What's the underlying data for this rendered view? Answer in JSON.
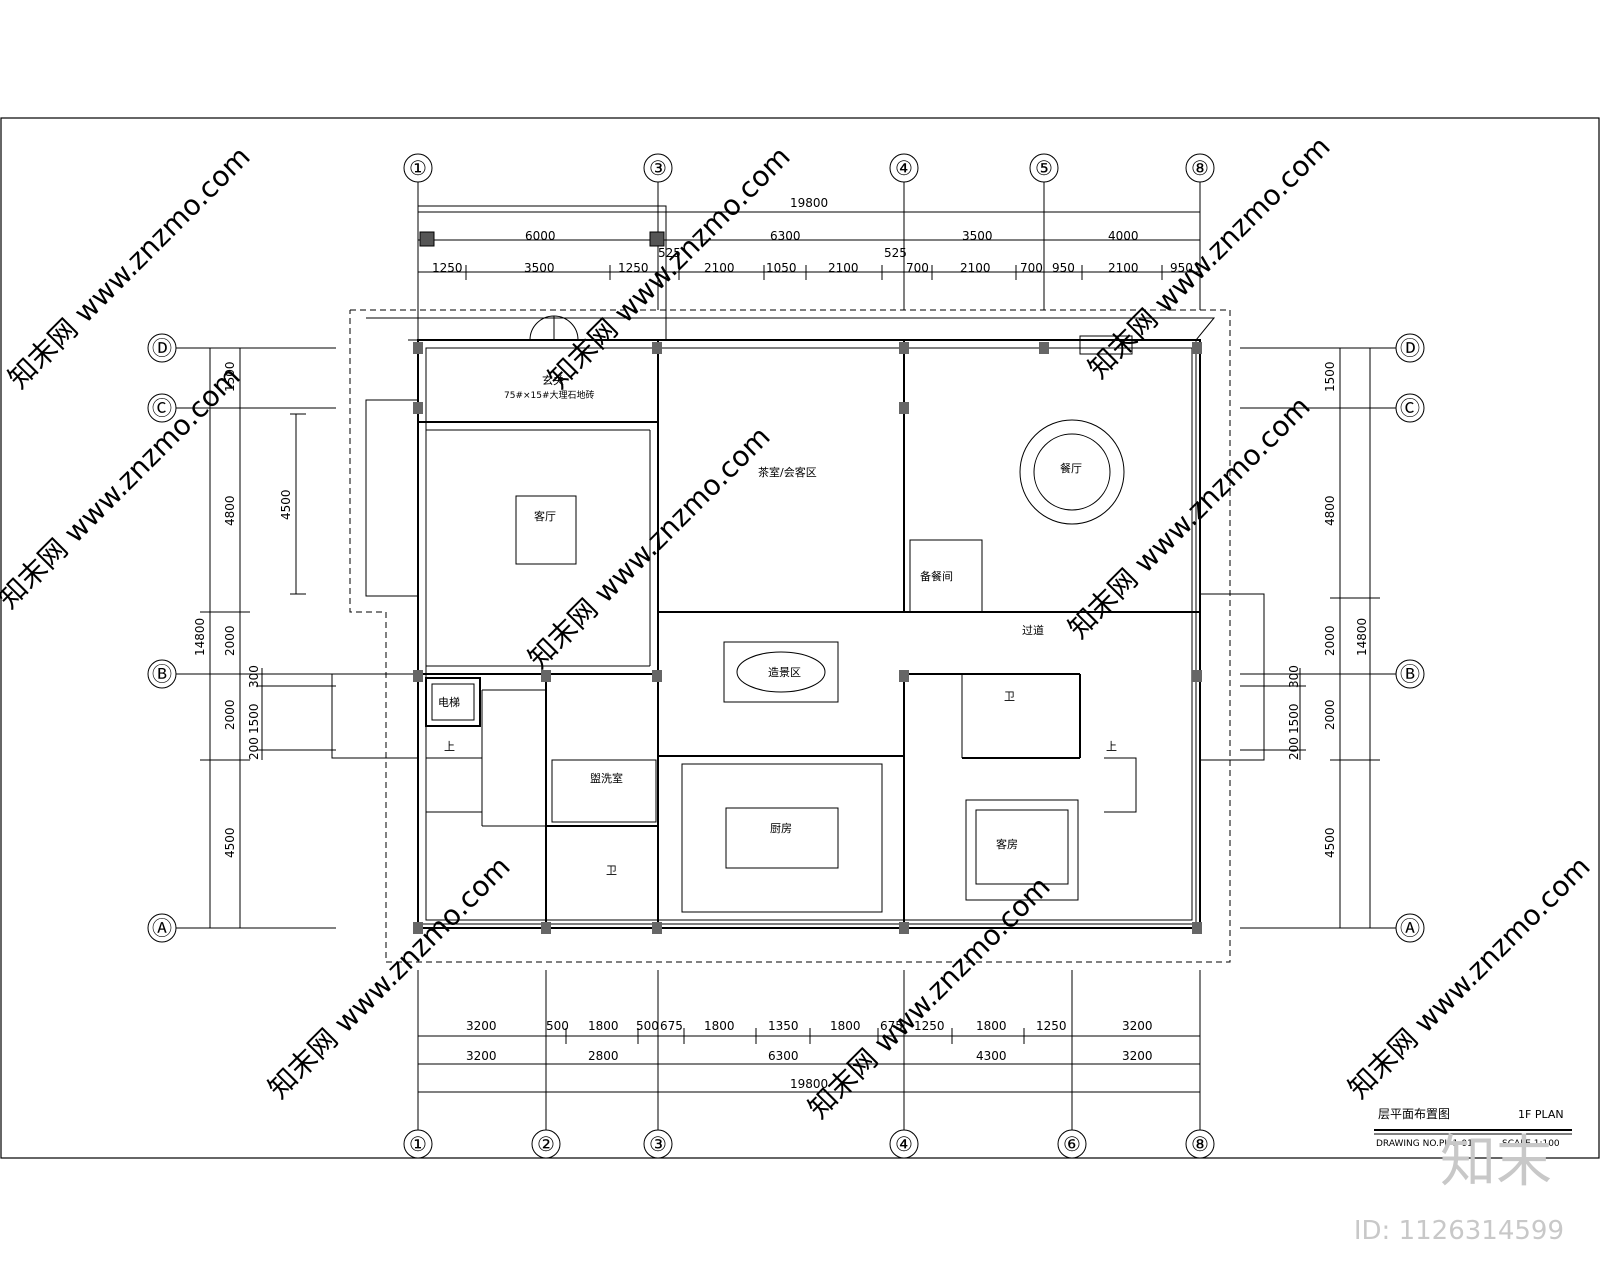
{
  "watermark": "知末网 www.znzmo.com",
  "brand": "知末",
  "image_id": "ID: 1126314599",
  "title_block": {
    "title": "层平面布置图",
    "title_en": "1F PLAN",
    "drawing_no": "DRAWING NO.PL-1-01",
    "scale": "SCALE 1:100"
  },
  "grid": {
    "top": [
      "①",
      "③",
      "④",
      "⑤",
      "⑧"
    ],
    "bottom": [
      "①",
      "②",
      "③",
      "④",
      "⑥",
      "⑧"
    ],
    "left": [
      "Ⓓ",
      "Ⓒ",
      "Ⓑ",
      "Ⓐ"
    ],
    "right": [
      "Ⓓ",
      "Ⓒ",
      "Ⓑ",
      "Ⓐ"
    ]
  },
  "dims": {
    "top_total": "19800",
    "top_row2": [
      "6000",
      "6300",
      "3500",
      "4000"
    ],
    "top_row3": [
      "1250",
      "3500",
      "1250",
      "525",
      "2100",
      "1050",
      "2100",
      "525",
      "700",
      "2100",
      "700",
      "950",
      "2100",
      "950"
    ],
    "bottom_row1": [
      "3200",
      "500",
      "1800",
      "500",
      "675",
      "1800",
      "1350",
      "1800",
      "675",
      "1250",
      "1800",
      "1250",
      "3200"
    ],
    "bottom_row2": [
      "3200",
      "2800",
      "6300",
      "4300",
      "3200"
    ],
    "bottom_total": "19800",
    "left_segments": [
      "1500",
      "4800",
      "2000",
      "2000",
      "4500"
    ],
    "left_total": "14800",
    "left_inner": [
      "4500",
      "300",
      "1500",
      "200"
    ],
    "right_segments": [
      "1500",
      "4800",
      "2000",
      "2000",
      "4500"
    ],
    "right_total": "14800",
    "right_inner": [
      "300",
      "1500",
      "200"
    ]
  },
  "rooms": {
    "entry": "玄关",
    "entry_note": "75#×15#大理石地砖",
    "living": "客厅",
    "tea": "茶室/会客区",
    "dining": "餐厅",
    "pantry": "备餐间",
    "corridor": "过道",
    "landscape": "造景区",
    "wash": "盥洗室",
    "kitchen": "厨房",
    "bath1": "卫",
    "bath2": "卫",
    "guest": "客房",
    "elevator": "电梯",
    "up1": "上",
    "up2": "上"
  }
}
